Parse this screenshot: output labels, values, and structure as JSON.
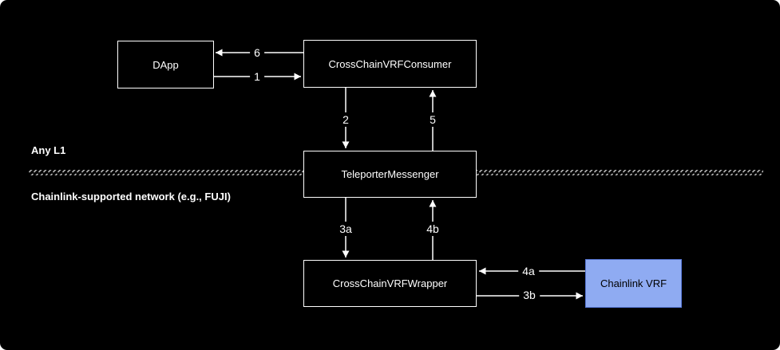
{
  "regions": {
    "top_label": "Any L1",
    "bottom_label": "Chainlink-supported network (e.g., FUJI)"
  },
  "nodes": {
    "dapp": {
      "label": "DApp"
    },
    "consumer": {
      "label": "CrossChainVRFConsumer"
    },
    "teleporter": {
      "label": "TeleporterMessenger"
    },
    "wrapper": {
      "label": "CrossChainVRFWrapper"
    },
    "chainlink_vrf": {
      "label": "Chainlink VRF"
    }
  },
  "edges": {
    "e1": "1",
    "e2": "2",
    "e3a": "3a",
    "e3b": "3b",
    "e4a": "4a",
    "e4b": "4b",
    "e5": "5",
    "e6": "6"
  },
  "colors": {
    "canvas_bg": "#000000",
    "outside_bg": "#ffffff",
    "line_color": "#ffffff",
    "divider_color": "#b0b0b0",
    "chainlink_fill": "#8fabf2",
    "chainlink_border": "#5878d8",
    "chainlink_text": "#000000"
  }
}
